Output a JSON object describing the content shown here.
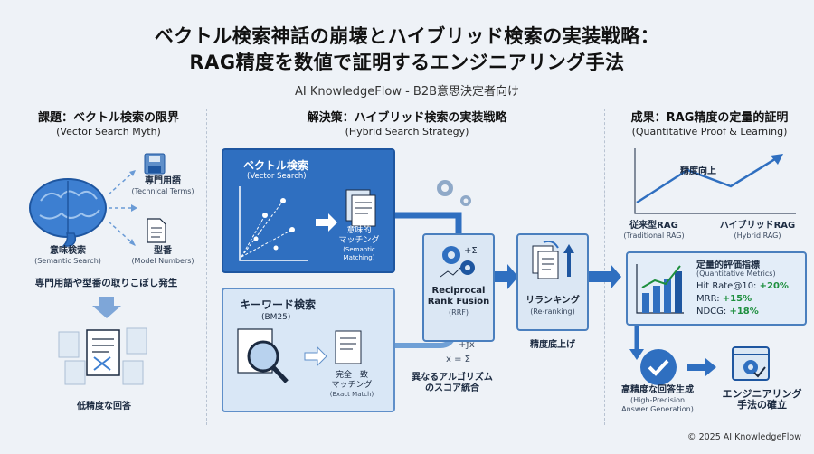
{
  "header": {
    "title_line1": "ベクトル検索神話の崩壊とハイブリッド検索の実装戦略：",
    "title_line2": "RAG精度を数値で証明するエンジニアリング手法",
    "subtitle": "AI KnowledgeFlow - B2B意思決定者向け"
  },
  "left": {
    "title": "課題：ベクトル検索の限界",
    "subtitle": "(Vector Search Myth)",
    "brain_label": "意味検索",
    "brain_sub": "(Semantic Search)",
    "term1_label": "専門用語",
    "term1_sub": "(Technical Terms)",
    "term2_label": "型番",
    "term2_sub": "(Model Numbers)",
    "problem": "専門用語や型番の取りこぼし発生",
    "result": "低精度な回答"
  },
  "middle": {
    "title": "解決策：ハイブリッド検索の実装戦略",
    "subtitle": "(Hybrid Search Strategy)",
    "vector_title": "ベクトル検索",
    "vector_sub": "(Vector Search)",
    "semantic_label": "意味的",
    "semantic_label2": "マッチング",
    "semantic_sub": "(Semantic",
    "semantic_sub2": "Matching)",
    "keyword_title": "キーワード検索",
    "keyword_sub": "(BM25)",
    "exact_label": "完全一致",
    "exact_label2": "マッチング",
    "exact_sub": "(Exact Match)",
    "rrf_title1": "Reciprocal",
    "rrf_title2": "Rank Fusion",
    "rrf_sub": "(RRF)",
    "fusion_note1": "異なるアルゴリズム",
    "fusion_note2": "のスコア統合",
    "rerank_label": "リランキング",
    "rerank_sub": "(Re-ranking)",
    "rerank_note": "精度底上げ"
  },
  "right": {
    "title": "成果：RAG精度の定量的証明",
    "subtitle": "(Quantitative Proof & Learning)",
    "chart_label": "精度向上",
    "trad_label": "従来型RAG",
    "trad_sub": "(Traditional RAG)",
    "hybrid_label": "ハイブリッドRAG",
    "hybrid_sub": "(Hybrid RAG)",
    "metrics_title": "定量的評価指標",
    "metrics_sub": "(Quantitative Metrics)",
    "m1_name": "Hit Rate@10:",
    "m1_value": "+20%",
    "m2_name": "MRR:",
    "m2_value": "+15%",
    "m3_name": "NDCG:",
    "m3_value": "+18%",
    "answer_label": "高精度な回答生成",
    "answer_sub1": "(High-Precision",
    "answer_sub2": "Answer Generation)",
    "method_label1": "エンジニアリング",
    "method_label2": "手法の確立"
  },
  "footer": {
    "copyright": "© 2025 AI KnowledgeFlow"
  },
  "colors": {
    "accent": "#2f6fc0",
    "dark_blue": "#1e56a0",
    "light_blue": "#d9e7f6",
    "green": "#1e8f3e",
    "background": "#eef2f7"
  }
}
